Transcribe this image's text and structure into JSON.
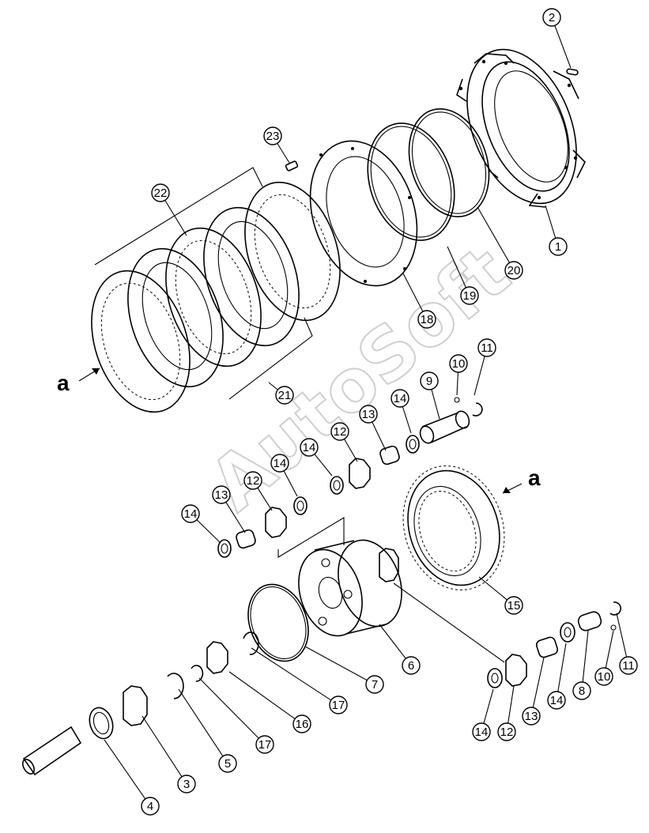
{
  "watermark": "AutoSoft",
  "view_marker": "a",
  "callouts": [
    "1",
    "2",
    "23",
    "22",
    "20",
    "19",
    "18",
    "21",
    "11",
    "10",
    "9",
    "14",
    "13",
    "12",
    "14",
    "14",
    "13",
    "12",
    "14",
    "15",
    "6",
    "7",
    "17",
    "16",
    "17",
    "5",
    "3",
    "4",
    "14",
    "12",
    "13",
    "14",
    "8",
    "10",
    "11"
  ]
}
